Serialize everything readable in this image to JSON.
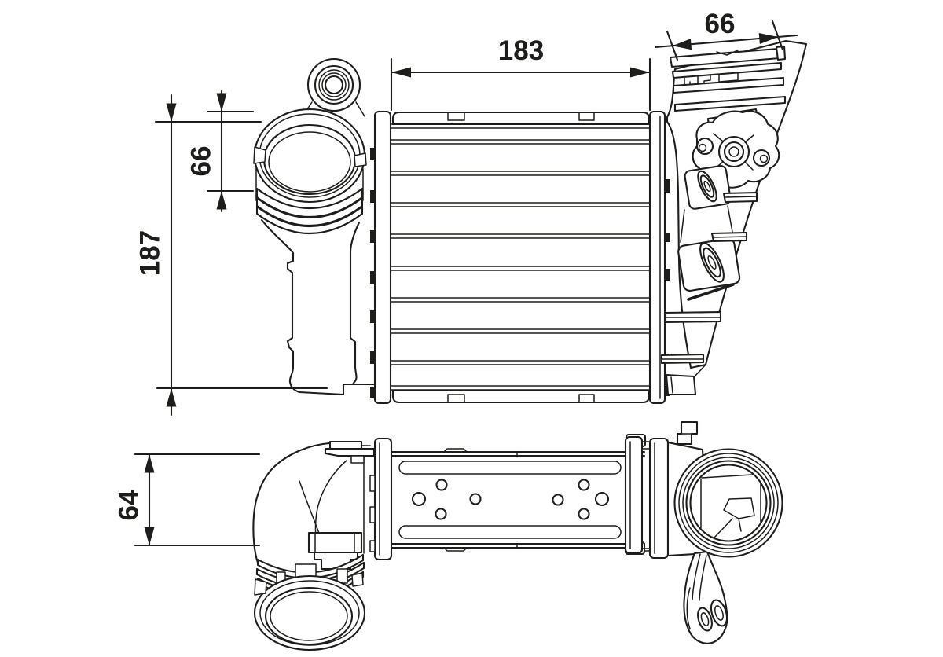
{
  "palette": {
    "background": "#ffffff",
    "line": "#1d1d1b"
  },
  "drawing": {
    "dimensions": {
      "core_width": "183",
      "outlet_pipe_width": "66",
      "inlet_pipe_height": "66",
      "overall_height": "187",
      "depth": "64"
    }
  }
}
